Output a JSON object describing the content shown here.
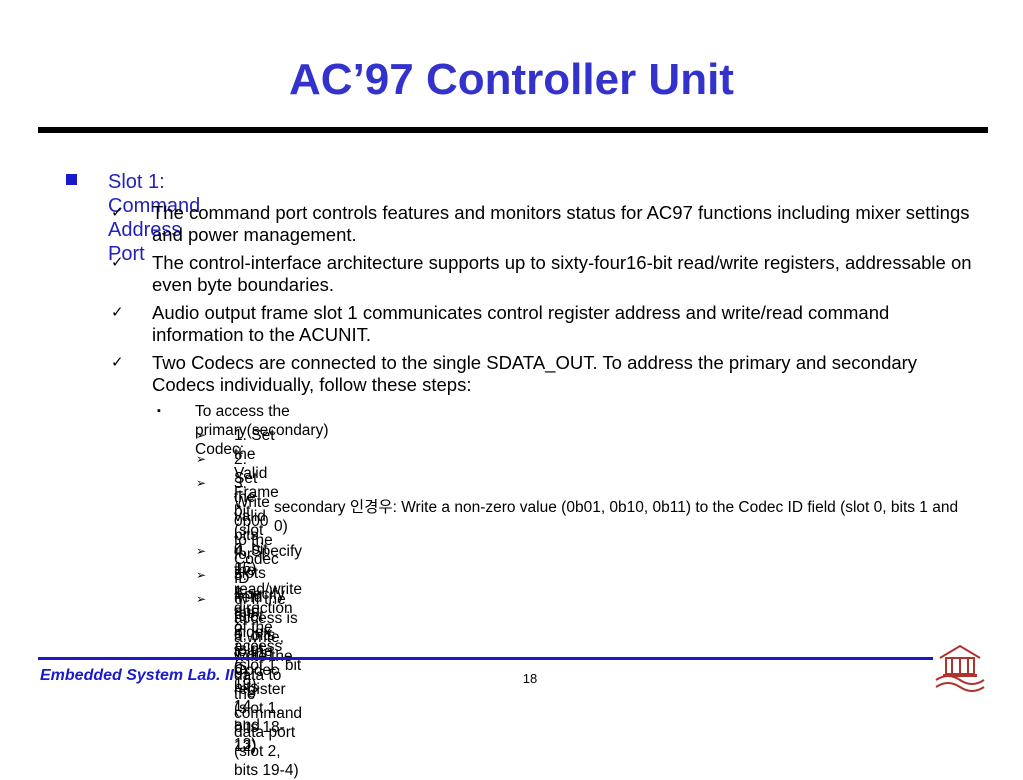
{
  "title": "AC’97 Controller Unit",
  "items": {
    "a": "Slot 1: Command Address Port",
    "b": "The command port controls features and monitors status for AC97 functions including mixer settings and power management.",
    "c": "The control-interface architecture supports up to sixty-four16-bit read/write registers, addressable on even byte boundaries.",
    "d": "Audio output frame slot 1 communicates control register address and write/read command information to the ACUNIT.",
    "e": "Two Codecs are connected to the single SDATA_OUT. To address the primary and secondary Codecs individually, follow these steps:",
    "f": "To access the primary(secondary) Codec:",
    "g": "1. Set the Valid Frame bit (slot 0, bit 15)",
    "h": "2. Set the valid bits for slots 1 and 2 (slot 0, bits 14 and 13)",
    "i": "3. Write 0b00 to the Codec ID field (slot 0, bits 1 and 0)",
    "j": "secondary 인경우: Write a non-zero value (0b01, 0b10, 0b11) to the Codec ID field (slot 0, bits 1 and 0)",
    "k": "4. Specify the read/write direction of the access (slot 1, bit 19).",
    "l": "5. Specify the index to the Codec register (slot 1, bits 18-12)",
    "m": "6. If the access is a write, write the data to the command data port (slot 2, bits 19-4)"
  },
  "markers": {
    "check": "✓",
    "square": "▪",
    "arrow": "➢",
    "dot": "•"
  },
  "footer": {
    "lab": "Embedded System Lab. II",
    "page": "18"
  },
  "colors": {
    "title": "#3333cc",
    "accent": "#1a1acc",
    "logo": "#b0332e"
  }
}
